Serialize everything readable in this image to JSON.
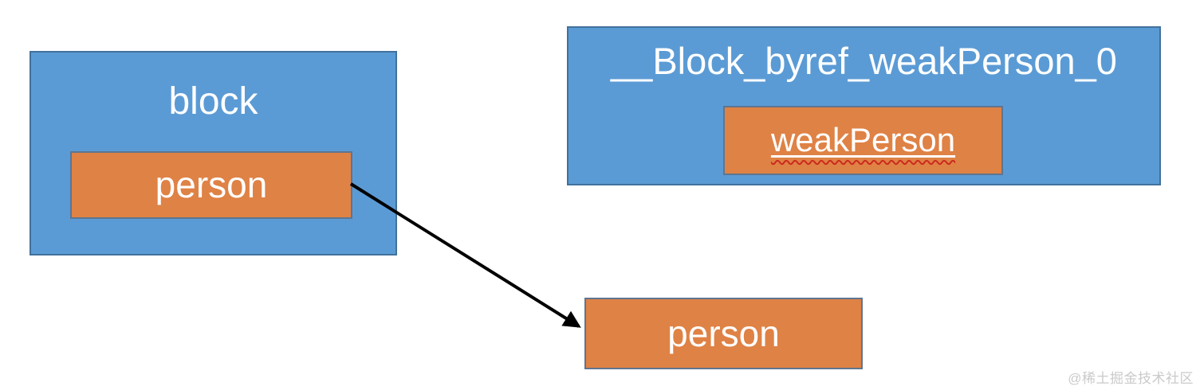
{
  "diagram": {
    "block": {
      "label": "block",
      "captured_var": "person"
    },
    "byref_struct": {
      "label": "__Block_byref_weakPerson_0",
      "captured_var": "weakPerson"
    },
    "person_object": {
      "label": "person"
    },
    "watermark": "@稀土掘金技术社区"
  },
  "colors": {
    "box_fill_blue": "#5B9BD5",
    "box_border_blue": "#41719C",
    "box_fill_orange": "#DF8245",
    "box_border_orange": "#5E7590",
    "arrow_black": "#000000",
    "spellcheck_wavy_red": "#CC2B1D",
    "watermark_gray": "#C9CACB",
    "canvas_white": "#FFFFFF"
  }
}
